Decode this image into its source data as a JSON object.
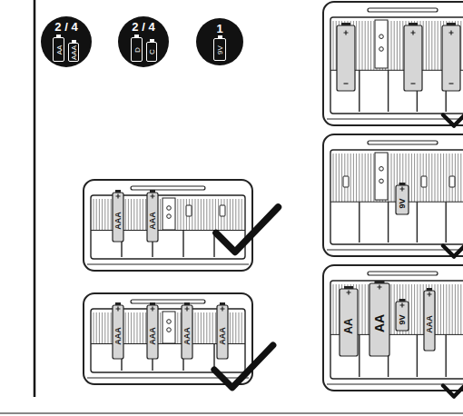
{
  "diagram": {
    "nodes": [
      {
        "text": [
          "2 / 4"
        ]
      },
      {
        "text": [
          "AA"
        ],
        "in": 0
      },
      {
        "text": [
          "AAA"
        ],
        "in": 0
      },
      {
        "text": [
          "2 / 4"
        ]
      },
      {
        "text": [
          "D"
        ],
        "in": 3
      },
      {
        "text": [
          "C"
        ],
        "in": 3
      },
      {
        "text": [
          "1"
        ]
      },
      {
        "text": [
          "9V"
        ],
        "in": 6
      }
    ],
    "labels": [
      "AAA",
      "AAA",
      "AAA",
      "AAA",
      "AAA",
      "AAA",
      "9V",
      "AA",
      "AA",
      "9V",
      "AAA"
    ]
  }
}
